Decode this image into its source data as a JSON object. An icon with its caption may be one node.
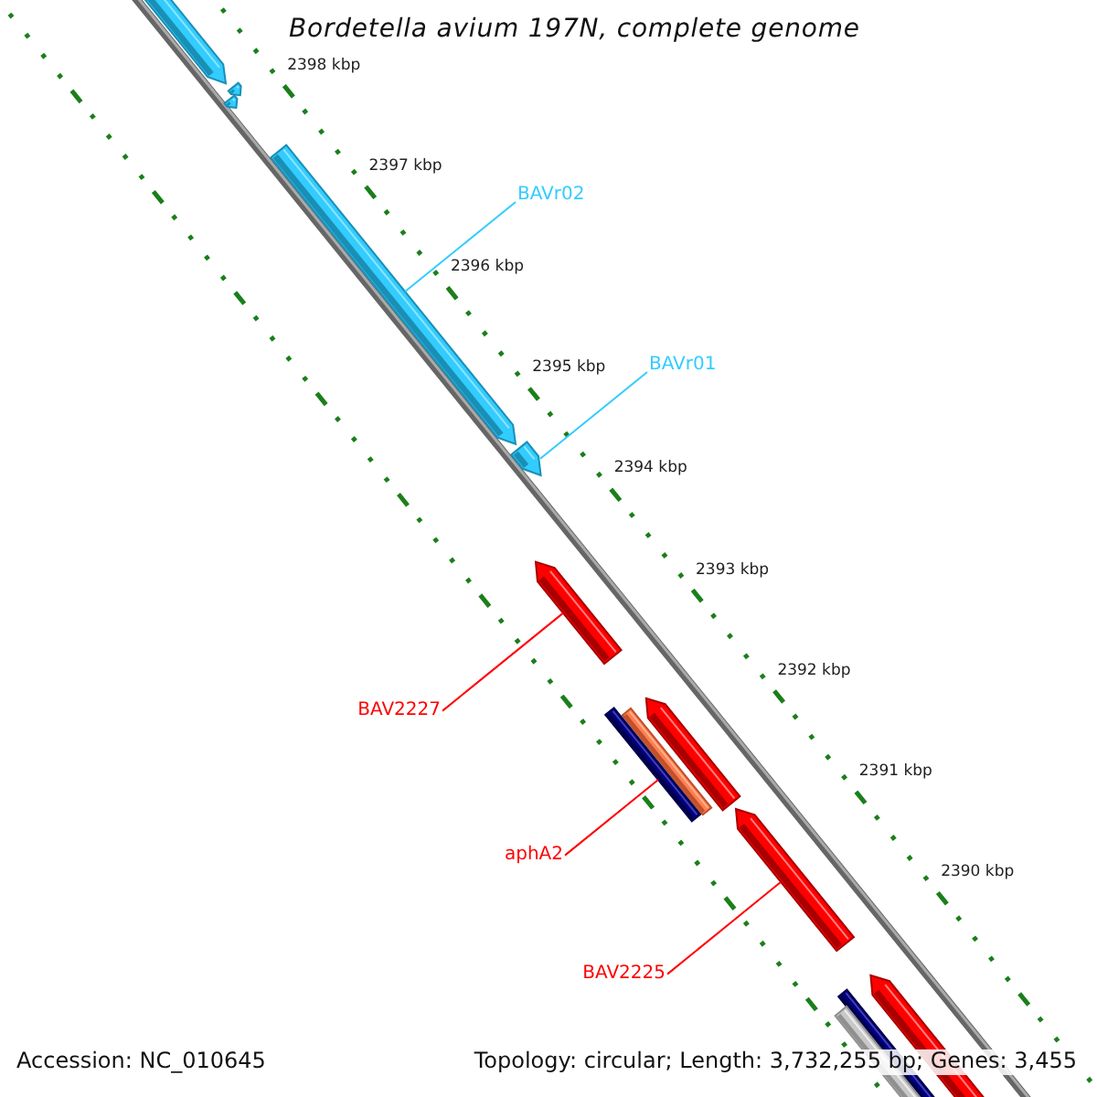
{
  "diagram": {
    "title": "Bordetella avium 197N, complete genome",
    "nodes": [
      {
        "text": [
          "BAVr02"
        ]
      },
      {
        "text": [],
        "shape": "arrow"
      },
      {
        "text": [
          "BAVr01"
        ]
      },
      {
        "text": [],
        "shape": "arrow"
      },
      {
        "text": [
          "BAV2227"
        ]
      },
      {
        "text": [],
        "shape": "arrow"
      },
      {
        "text": [
          "aphA2"
        ]
      },
      {
        "text": [],
        "shape": "bar"
      },
      {
        "text": [
          "BAV2225"
        ]
      },
      {
        "text": [],
        "shape": "arrow"
      }
    ],
    "edges": [
      {
        "from": 0,
        "to": 1,
        "arrow": "none",
        "color": "#33ccff"
      },
      {
        "from": 2,
        "to": 3,
        "arrow": "none",
        "color": "#33ccff"
      },
      {
        "from": 4,
        "to": 5,
        "arrow": "none"
      },
      {
        "from": 6,
        "to": 7,
        "arrow": "none"
      },
      {
        "from": 8,
        "to": 9,
        "arrow": "none"
      }
    ],
    "labels": [
      "2398 kbp",
      "2397 kbp",
      "2396 kbp",
      "2395 kbp",
      "2394 kbp",
      "2393 kbp",
      "2392 kbp",
      "2391 kbp",
      "2390 kbp",
      "Accession: NC_010645",
      "Topology: circular; Length: 3,732,255 bp; Genes: 3,455"
    ]
  }
}
